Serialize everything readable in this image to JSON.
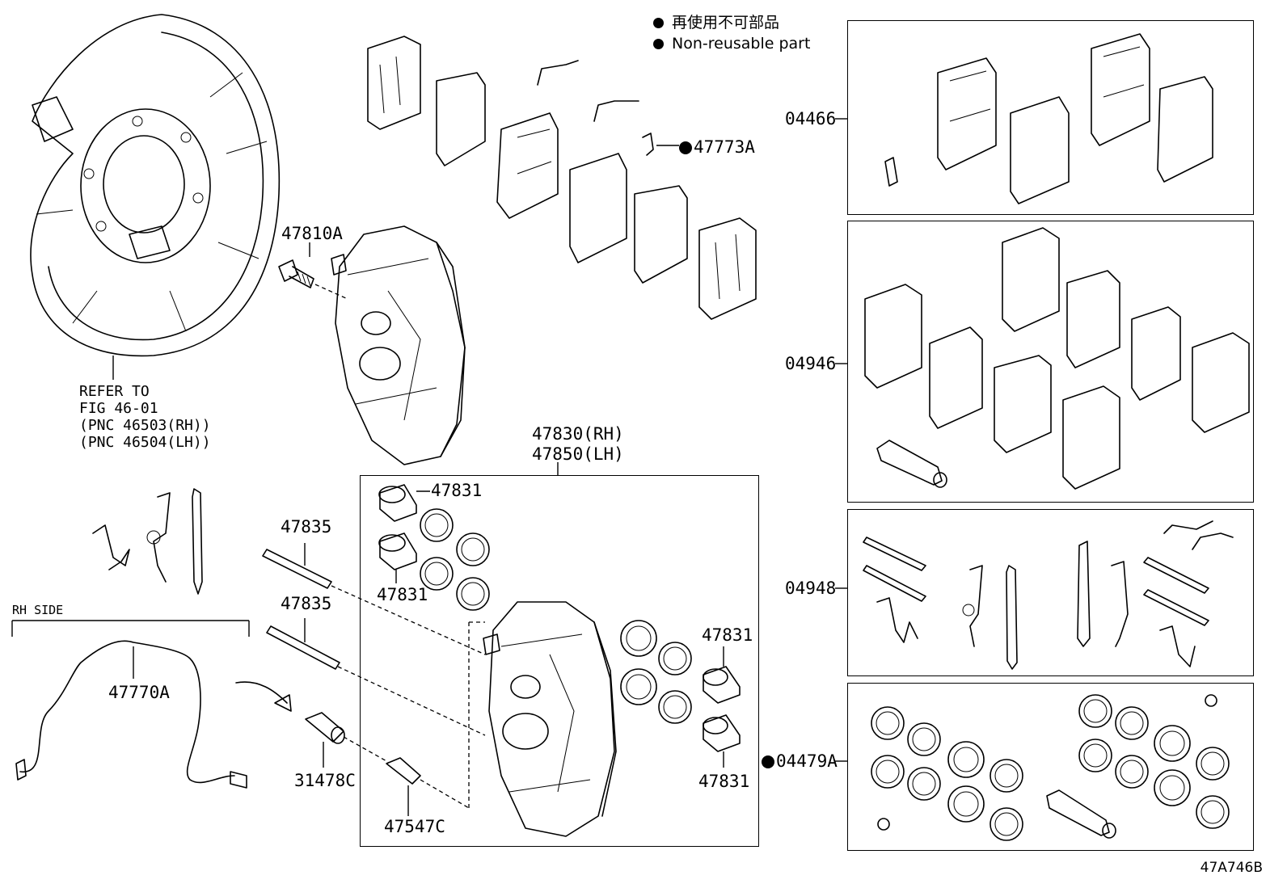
{
  "legend": {
    "jp": "再使用不可部品",
    "en": "Non-reusable part"
  },
  "figure_id": "47A746B",
  "reference_note": {
    "line1": "REFER TO",
    "line2": "FIG 46-01",
    "line3": "(PNC 46503(RH))",
    "line4": "(PNC 46504(LH))"
  },
  "section_label": "RH SIDE",
  "parts": {
    "p47810A": "47810A",
    "p47773A": "47773A",
    "p47830RH": "47830(RH)",
    "p47850LH": "47850(LH)",
    "p47831_a": "47831",
    "p47831_b": "47831",
    "p47831_c": "47831",
    "p47831_d": "47831",
    "p47835_a": "47835",
    "p47835_b": "47835",
    "p47770A": "47770A",
    "p31478C": "31478C",
    "p47547C": "47547C"
  },
  "kits": {
    "k04466": "04466",
    "k04946": "04946",
    "k04948": "04948",
    "k04479A": "04479A"
  },
  "colors": {
    "line": "#000000",
    "background": "#ffffff"
  }
}
